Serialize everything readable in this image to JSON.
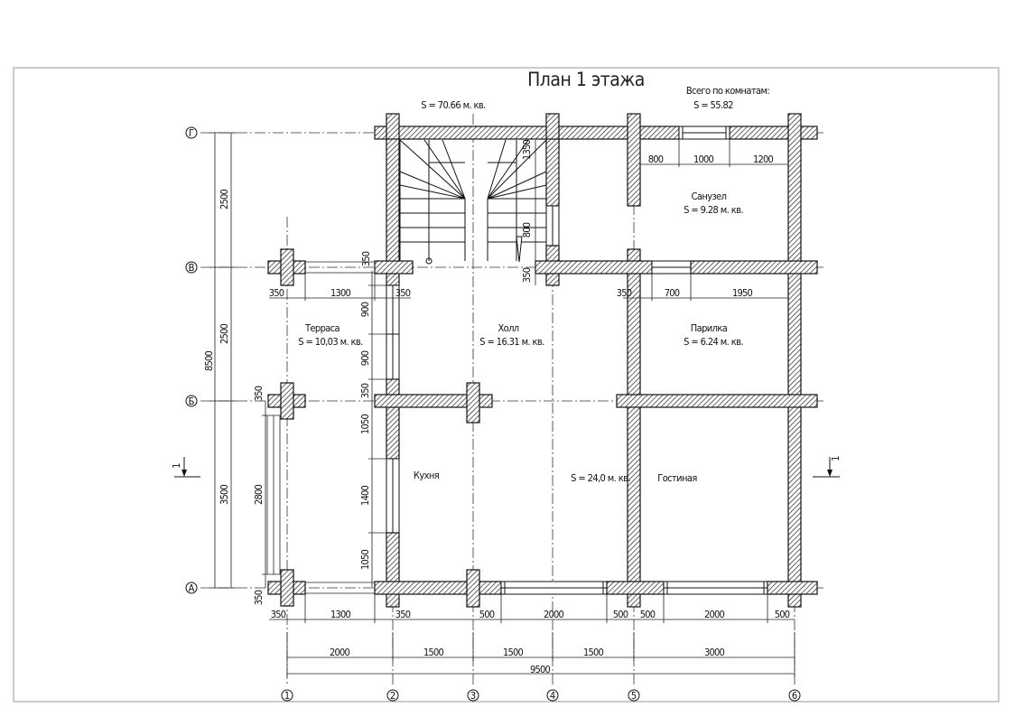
{
  "title": "План 1 этажа",
  "total_area": "S  =  70.66 м. кв.",
  "rooms_total_label": "Всего по комнатам:",
  "rooms_total_value": "S  =  55.82",
  "rooms": [
    {
      "name": "Терраса",
      "area": "S  =  10,03 м. кв."
    },
    {
      "name": "Холл",
      "area": "S  =  16.31 м. кв."
    },
    {
      "name": "Санузел",
      "area": "S  =  9.28 м. кв."
    },
    {
      "name": "Парилка",
      "area": "S  =  6.24 м. кв."
    },
    {
      "name": "Кухня",
      "area": "S = 24,0 м. кв."
    },
    {
      "name": "Гостиная"
    }
  ],
  "axes_vertical": [
    "1",
    "2",
    "3",
    "4",
    "5",
    "6"
  ],
  "axes_horizontal": [
    "Г",
    "В",
    "Б",
    "А"
  ],
  "section_mark": "1",
  "dims": {
    "top_bath": [
      "800",
      "1000",
      "1200"
    ],
    "stair": [
      "1350",
      "800",
      "350"
    ],
    "terrace_top_350": "350",
    "row_b": [
      "350",
      "1300",
      "350",
      "350",
      "700",
      "1950"
    ],
    "left_wall": [
      "900",
      "900",
      "350",
      "1050",
      "1400",
      "1050"
    ],
    "terrace_side": [
      "350",
      "350",
      "2800"
    ],
    "left_overall": [
      "2500",
      "2500",
      "8500",
      "3500"
    ],
    "bottom_row1": [
      "350",
      "1300",
      "350",
      "500",
      "2000",
      "500",
      "500",
      "2000",
      "500"
    ],
    "bottom_row2": [
      "2000",
      "1500",
      "1500",
      "1500",
      "3000"
    ],
    "overall": "9500"
  }
}
